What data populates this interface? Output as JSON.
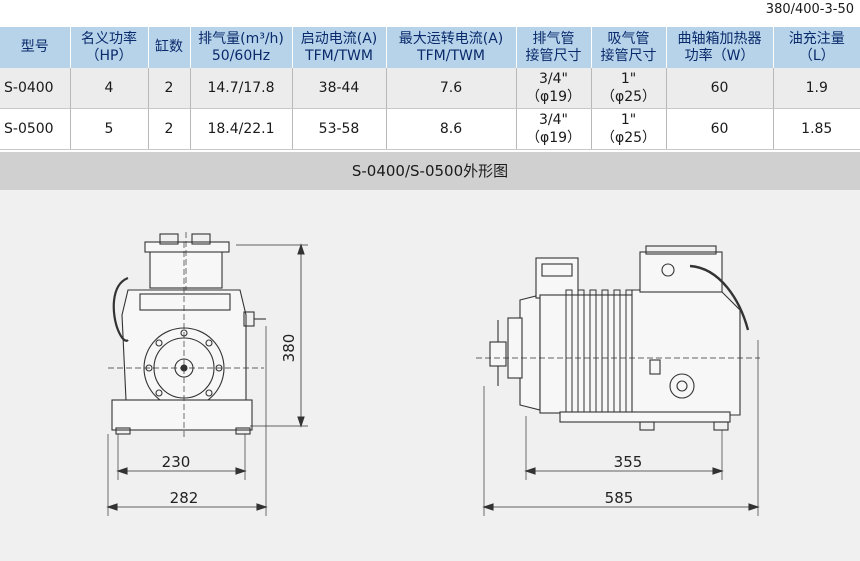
{
  "code_ref": "380/400-3-50",
  "table": {
    "headers": [
      {
        "line1": "型号",
        "line2": ""
      },
      {
        "line1": "名义功率",
        "line2": "（HP）"
      },
      {
        "line1": "缸数",
        "line2": ""
      },
      {
        "line1": "排气量(m³/h)",
        "line2": "50/60Hz"
      },
      {
        "line1": "启动电流(A)",
        "line2": "TFM/TWM"
      },
      {
        "line1": "最大运转电流(A)",
        "line2": "TFM/TWM"
      },
      {
        "line1": "排气管",
        "line2": "接管尺寸"
      },
      {
        "line1": "吸气管",
        "line2": "接管尺寸"
      },
      {
        "line1": "曲轴箱加热器",
        "line2": "功率（W）"
      },
      {
        "line1": "油充注量",
        "line2": "（L）"
      }
    ],
    "rows": [
      {
        "model": "S-0400",
        "hp": "4",
        "cylinders": "2",
        "displacement": "14.7/17.8",
        "start_current": "38-44",
        "max_current": "7.6",
        "discharge_a": "3/4\"",
        "discharge_b": "（φ19）",
        "suction_a": "1\"",
        "suction_b": "（φ25）",
        "heater": "60",
        "oil": "1.9"
      },
      {
        "model": "S-0500",
        "hp": "5",
        "cylinders": "2",
        "displacement": "18.4/22.1",
        "start_current": "53-58",
        "max_current": "8.6",
        "discharge_a": "3/4\"",
        "discharge_b": "（φ19）",
        "suction_a": "1\"",
        "suction_b": "（φ25）",
        "heater": "60",
        "oil": "1.85"
      }
    ]
  },
  "section_title": "S-0400/S-0500外形图",
  "dimensions": {
    "front_height": "380",
    "front_inner_width": "230",
    "front_outer_width": "282",
    "side_inner_width": "355",
    "side_outer_width": "585"
  }
}
